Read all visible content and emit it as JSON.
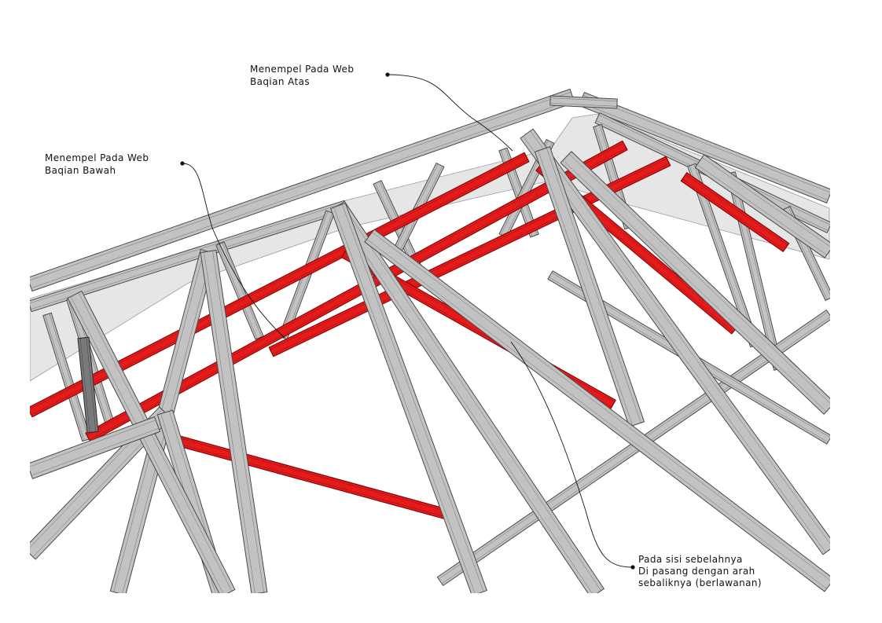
{
  "annotations": [
    {
      "id": "top-web",
      "lines": [
        "Menempel Pada Web",
        "Baqian Atas"
      ]
    },
    {
      "id": "bottom-web",
      "lines": [
        "Menempel Pada Web",
        "Baqian Bawah"
      ]
    },
    {
      "id": "other-side",
      "lines": [
        "Pada sisi sebelahnya",
        "Di pasang dengan arah",
        "sebaliknya (berlawanan)"
      ]
    }
  ],
  "colors": {
    "steel": "#c2c2c2",
    "steel_edge": "#4a4a4a",
    "bracing": "#e31b1b",
    "bracing_edge": "#7a0000",
    "ceiling": "#e6e6e6"
  }
}
